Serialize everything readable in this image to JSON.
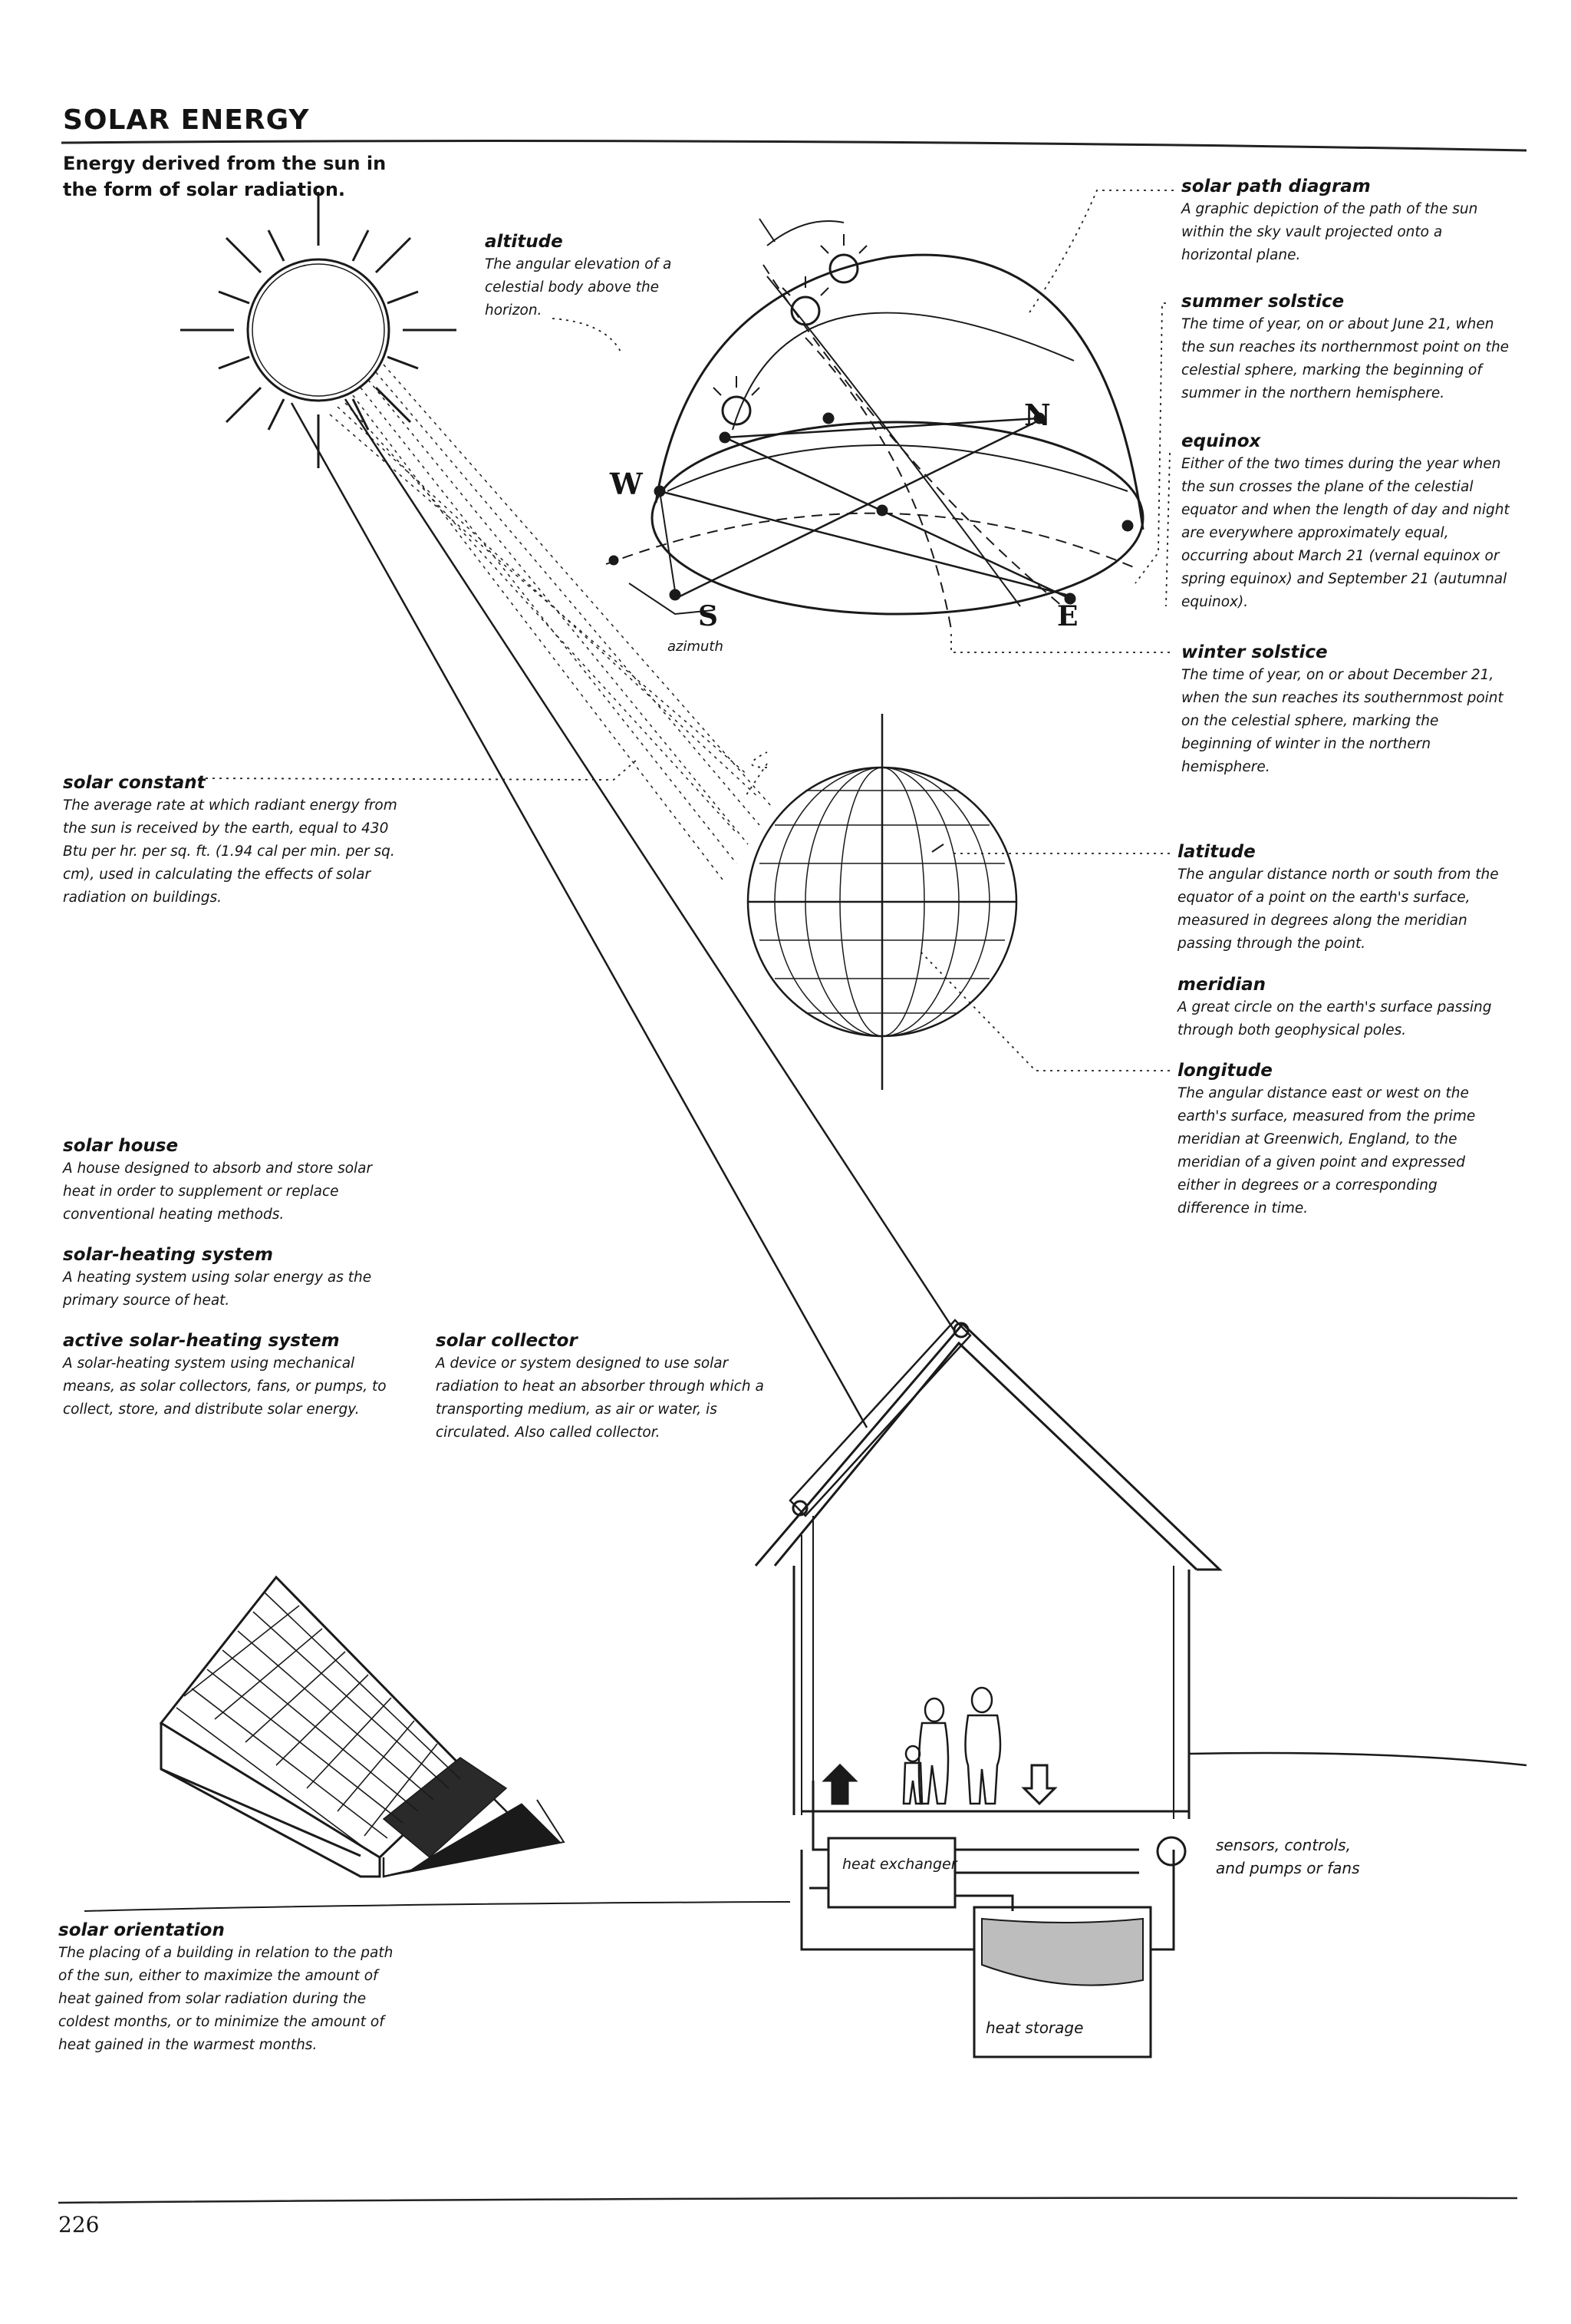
{
  "header": {
    "title": "SOLAR ENERGY",
    "definition": "Energy derived from the sun in the form of solar radiation."
  },
  "entries": {
    "altitude": {
      "term": "altitude",
      "def": "The angular elevation of a celestial body above the horizon."
    },
    "solar_path_diagram": {
      "term": "solar path diagram",
      "def": "A graphic depiction of the path of the sun within the sky vault projected onto a horizontal plane."
    },
    "summer_solstice": {
      "term": "summer solstice",
      "def": "The time of year, on or about June 21, when the sun reaches its northernmost point on the celestial sphere, marking the beginning of summer in the northern hemisphere."
    },
    "equinox": {
      "term": "equinox",
      "def": "Either of the two times during the year when the sun crosses the plane of the celestial equator and when the length of day and night are everywhere approximately equal, occurring about March 21 (vernal equinox or spring equinox) and September 21 (autumnal equinox)."
    },
    "winter_solstice": {
      "term": "winter solstice",
      "def": "The time of year, on or about December 21, when the sun reaches its southernmost point on the celestial sphere, marking the beginning of winter in the northern hemisphere."
    },
    "solar_constant": {
      "term": "solar constant",
      "def": "The average rate at which radiant energy from the sun is received by the earth, equal to 430 Btu per hr. per sq. ft. (1.94 cal per min. per sq. cm), used in calculating the effects of solar radiation on buildings."
    },
    "latitude": {
      "term": "latitude",
      "def": "The angular distance north or south from the equator of a point on the earth's surface, measured in degrees along the meridian passing through the point."
    },
    "meridian": {
      "term": "meridian",
      "def": "A great circle on the earth's surface passing through both geophysical poles."
    },
    "longitude": {
      "term": "longitude",
      "def": "The angular distance east or west on the earth's surface, measured from the prime meridian at Greenwich, England, to the meridian of a given point and expressed either in degrees or a corresponding difference in time."
    },
    "solar_house": {
      "term": "solar house",
      "def": "A house designed to absorb and store solar heat in order to supplement or replace conventional heating methods."
    },
    "solar_heating_system": {
      "term": "solar-heating system",
      "def": "A heating system using solar energy as the primary source of heat."
    },
    "active_solar_heating_system": {
      "term": "active solar-heating system",
      "def": "A solar-heating system using mechanical means, as solar collectors, fans, or pumps, to collect, store, and distribute solar energy."
    },
    "solar_collector": {
      "term": "solar collector",
      "def": "A device or system designed to use solar radiation to heat an absorber through which a transporting medium, as air or water, is circulated. Also called collector."
    },
    "solar_orientation": {
      "term": "solar orientation",
      "def": "The placing of a building in relation to the path of the sun, either to maximize the amount of heat gained from solar radiation during the coldest months, or to minimize the amount of heat gained in the warmest months."
    }
  },
  "diagram_labels": {
    "west": "W",
    "north": "N",
    "south": "S",
    "east": "E",
    "azimuth": "azimuth",
    "heat_exchanger": "heat exchanger",
    "heat_storage": "heat storage",
    "sensors_line1": "sensors, controls,",
    "sensors_line2": "and pumps or fans"
  },
  "page_number": "226",
  "colors": {
    "ink": "#141414",
    "paper": "#ffffff"
  }
}
